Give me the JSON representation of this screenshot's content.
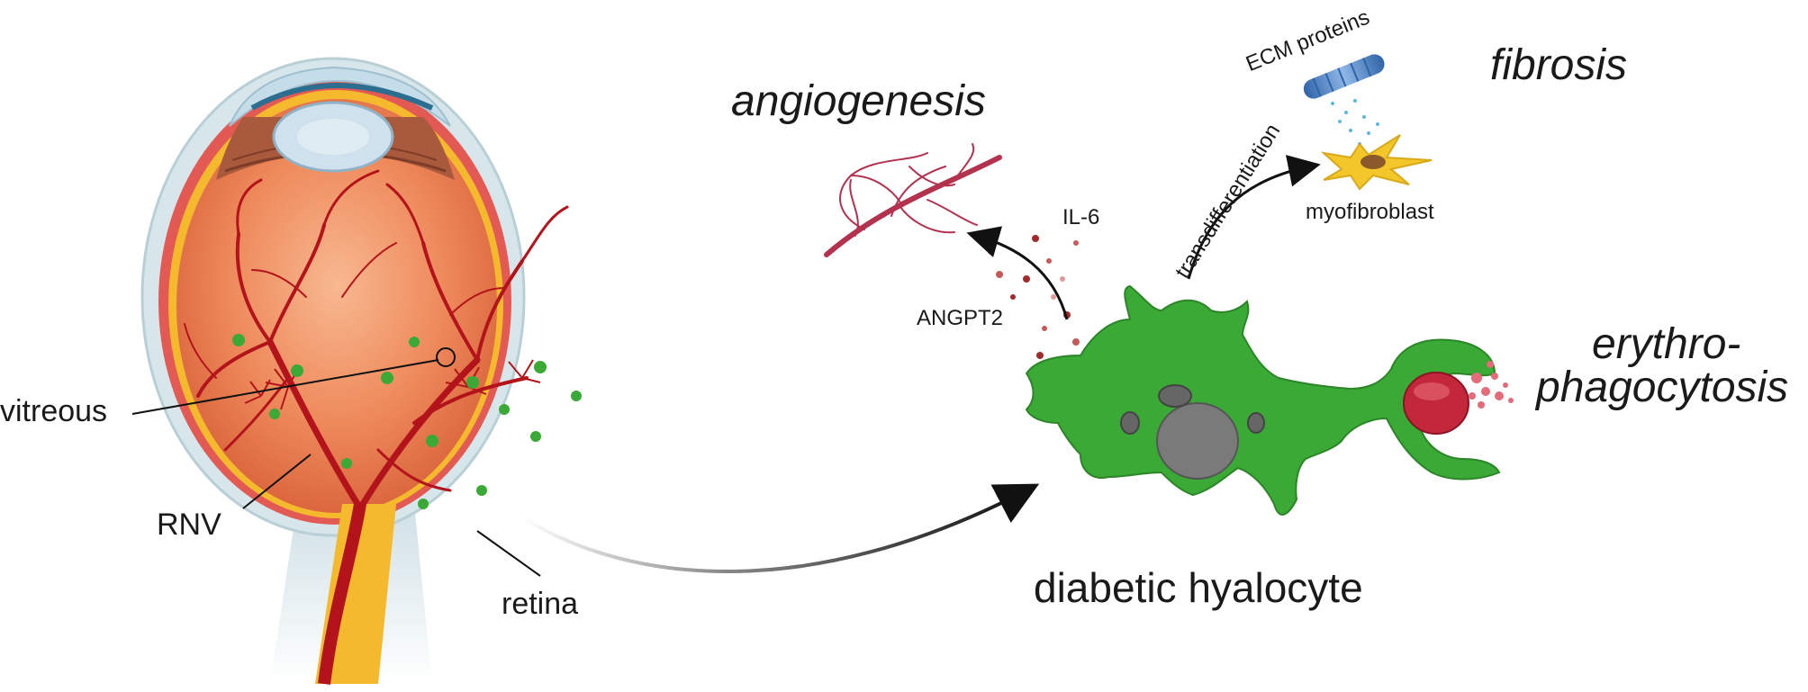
{
  "labels": {
    "vitreous": "vitreous",
    "rnv": "RNV",
    "retina": "retina",
    "angiogenesis": "angiogenesis",
    "il6": "IL-6",
    "angpt2": "ANGPT2",
    "ecm_proteins": "ECM proteins",
    "fibrosis": "fibrosis",
    "transdifferentiation": "transdifferentiation",
    "myofibroblast": "myofibroblast",
    "erythro_line1": "erythro-",
    "erythro_line2": "phagocytosis",
    "diabetic_hyalocyte": "diabetic hyalocyte"
  },
  "colors": {
    "hyalocyte_green": "#3aa935",
    "vessel_red": "#b3141b",
    "eye_orange": "#e8794d",
    "sclera": "#d7e6ea",
    "retina_yellow": "#f5b92e",
    "myofibroblast_yellow": "#f3c72a",
    "ecm_blue": "#4f86c6",
    "rbc_red": "#c2273a"
  }
}
